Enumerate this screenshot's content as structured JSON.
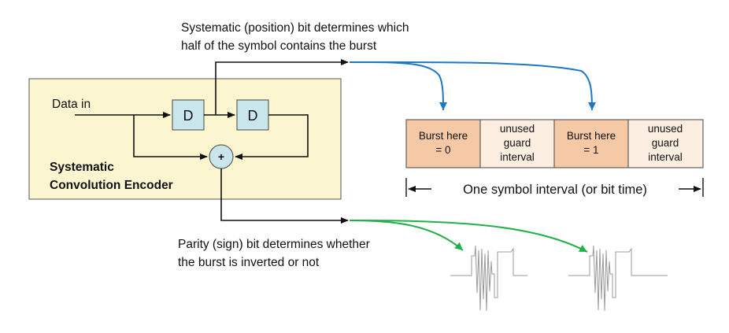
{
  "captions": {
    "systematic_line1": "Systematic (position) bit determines which",
    "systematic_line2": "half of  the symbol contains the burst",
    "parity_line1": "Parity (sign) bit determines whether",
    "parity_line2": "the burst is inverted or not"
  },
  "encoder": {
    "input_label": "Data in",
    "delay_1": "D",
    "delay_2": "D",
    "adder": "+",
    "title_line1": "Systematic",
    "title_line2": "Convolution Encoder"
  },
  "symbol": {
    "cells": [
      {
        "line1": "Burst here",
        "line2": "= 0",
        "line3": ""
      },
      {
        "line1": "unused",
        "line2": "guard",
        "line3": "interval"
      },
      {
        "line1": "Burst here",
        "line2": "= 1",
        "line3": ""
      },
      {
        "line1": "unused",
        "line2": "guard",
        "line3": "interval"
      }
    ],
    "interval_label": "One symbol interval (or bit time)"
  },
  "colors": {
    "encoder_fill": "#fbf6cf",
    "delay_fill": "#c9e6ec",
    "burst_cell_fill": "#f6c9a6",
    "guard_cell_fill": "#fdeee2",
    "systematic_arrow": "#1f77c4",
    "parity_arrow": "#22b04a",
    "waveform": "#9a9a9a"
  }
}
